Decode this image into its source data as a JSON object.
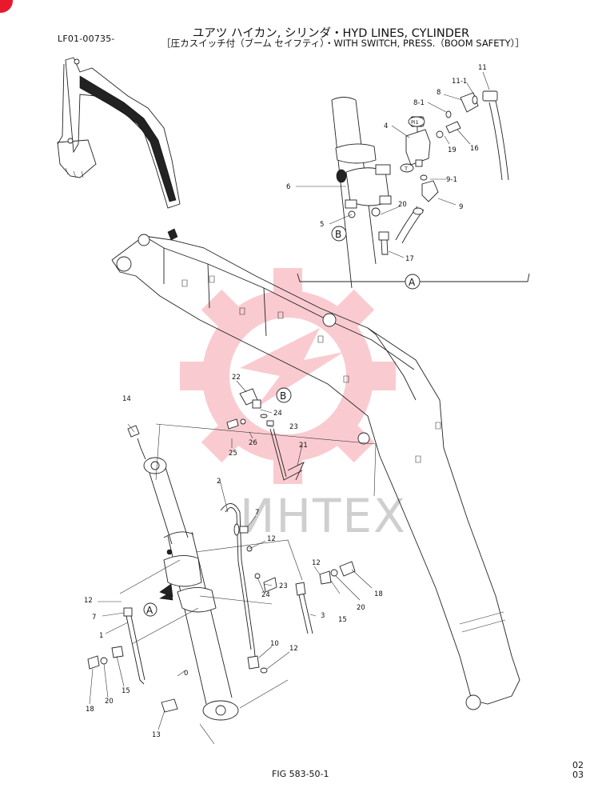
{
  "header": {
    "doc_code": "LF01-00735-",
    "title_line_1": "ユアツ ハイカン, シリンダ・HYD LINES, CYLINDER",
    "title_line_2": "［圧カスイッチ付（ブーム セイフティ）・WITH SWITCH, PRESS.（BOOM SAFETY）］"
  },
  "footer": {
    "fig_number": "FIG 583-50-1",
    "page_code_1": "02",
    "page_code_2": "03"
  },
  "watermark": {
    "text": "ИНТЕХ",
    "color": "#e8192c"
  },
  "view_labels": {
    "detail_a": "A",
    "detail_b": "B",
    "switch_mark": "Pi1",
    "t_mark": "T"
  },
  "parts": {
    "p0": "0",
    "p1": "1",
    "p2": "2",
    "p3": "3",
    "p4": "4",
    "p5": "5",
    "p6": "6",
    "p7": "7",
    "p7b": "7",
    "p8": "8",
    "p8_1": "8-1",
    "p9": "9",
    "p9_1": "9-1",
    "p10": "10",
    "p11": "11",
    "p11_1": "11-1",
    "p12a": "12",
    "p12b": "12",
    "p12c": "12",
    "p12d": "12",
    "p13": "13",
    "p14": "14",
    "p15a": "15",
    "p15b": "15",
    "p16": "16",
    "p17": "17",
    "p18a": "18",
    "p18b": "18",
    "p19": "19",
    "p20a": "20",
    "p20b": "20",
    "p20c": "20",
    "p21": "21",
    "p22": "22",
    "p23a": "23",
    "p23b": "23",
    "p24a": "24",
    "p24b": "24",
    "p25": "25",
    "p26": "26"
  }
}
